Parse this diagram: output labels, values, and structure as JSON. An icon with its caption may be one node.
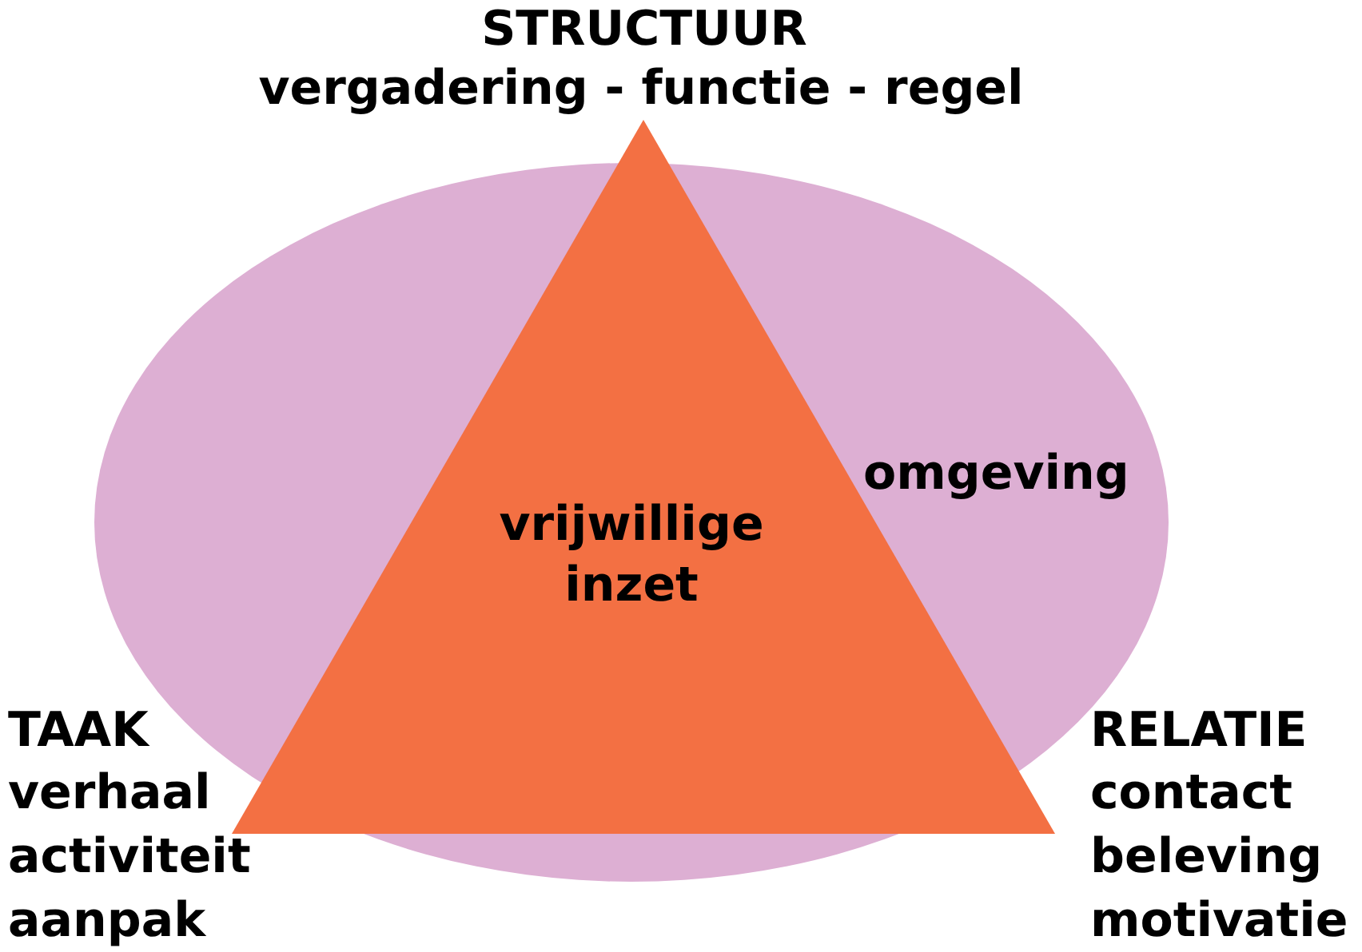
{
  "diagram": {
    "nodes": [
      {
        "text": [
          "omgeving"
        ]
      },
      {
        "text": [
          "vrijwillige inzet"
        ]
      }
    ],
    "edges": [],
    "labels": [
      "STRUCTUUR",
      "vergadering - functie - regel",
      "TAAK",
      "verhaal",
      "activiteit",
      "aanpak",
      "RELATIE",
      "contact",
      "beleving",
      "motivatie"
    ]
  }
}
